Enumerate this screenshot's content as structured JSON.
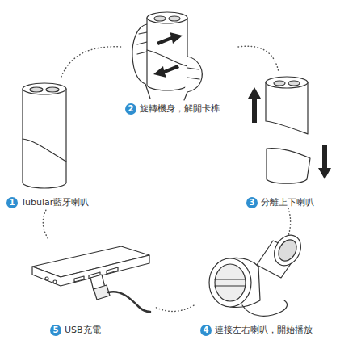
{
  "diagram": {
    "nodes": [
      {
        "text": [
          "1",
          "Tubular藍牙喇叭"
        ]
      },
      {
        "text": [
          "2",
          "旋轉機身，解開卡榫"
        ]
      },
      {
        "text": [
          "3",
          "分離上下喇叭"
        ]
      },
      {
        "text": [
          "4",
          "連接左右喇叭，開始播放"
        ]
      },
      {
        "text": [
          "5",
          "USB充電"
        ]
      }
    ],
    "edges": [
      {
        "from": 0,
        "to": 1,
        "arrow": "none"
      },
      {
        "from": 1,
        "to": 2,
        "arrow": "none"
      },
      {
        "from": 2,
        "to": 3,
        "arrow": "none"
      },
      {
        "from": 3,
        "to": 4,
        "arrow": "none"
      },
      {
        "from": 4,
        "to": 0,
        "arrow": "none"
      }
    ]
  }
}
